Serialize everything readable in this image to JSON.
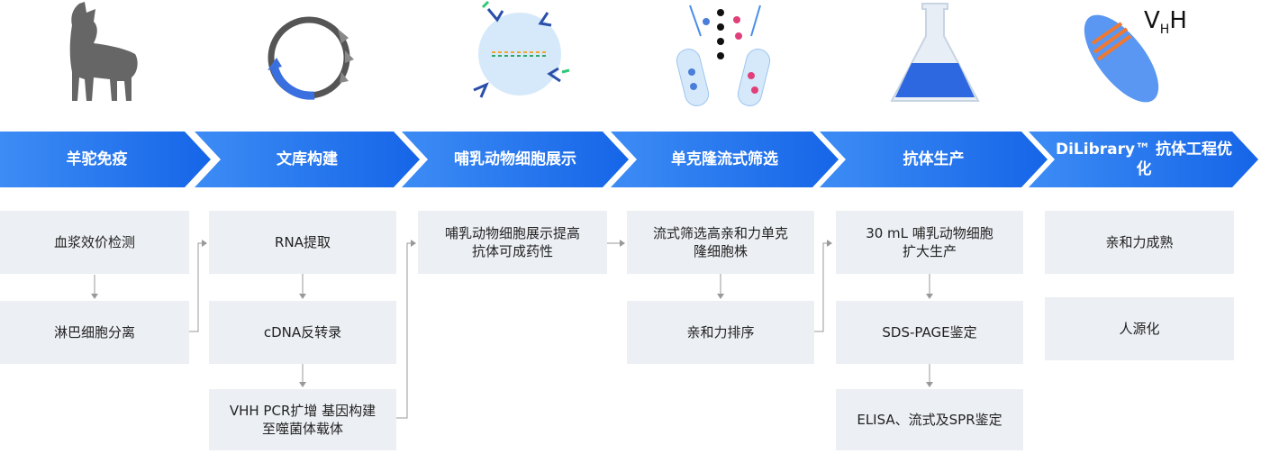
{
  "stages": [
    {
      "label": "羊驼免疫",
      "boxes": [
        "血浆效价检测",
        "淋巴细胞分离"
      ]
    },
    {
      "label": "文库构建",
      "boxes": [
        "RNA提取",
        "cDNA反转录",
        "VHH PCR扩增 基因构建至噬菌体载体"
      ]
    },
    {
      "label": "哺乳动物细胞展示",
      "boxes": [
        "哺乳动物细胞展示提高抗体可成药性"
      ]
    },
    {
      "label": "单克隆流式筛选",
      "boxes": [
        "流式筛选高亲和力单克隆细胞株",
        "亲和力排序"
      ]
    },
    {
      "label": "抗体生产",
      "boxes": [
        "30 mL 哺乳动物细胞扩大生产",
        "SDS-PAGE鉴定",
        "ELISA、流式及SPR鉴定"
      ]
    },
    {
      "label": "DiLibrary™ 抗体工程优化",
      "boxes": [
        "亲和力成熟",
        "人源化"
      ]
    }
  ],
  "vhh_label": {
    "main": "V",
    "sub": "H",
    "end": "H"
  },
  "icons": [
    "alpaca-icon",
    "plasmid-icon",
    "cell-display-icon",
    "flow-sort-icon",
    "flask-icon",
    "vhh-antibody-icon"
  ],
  "colors": {
    "banner_start": "#3d8cf5",
    "banner_end": "#1565e8",
    "box": "#eceff3"
  }
}
